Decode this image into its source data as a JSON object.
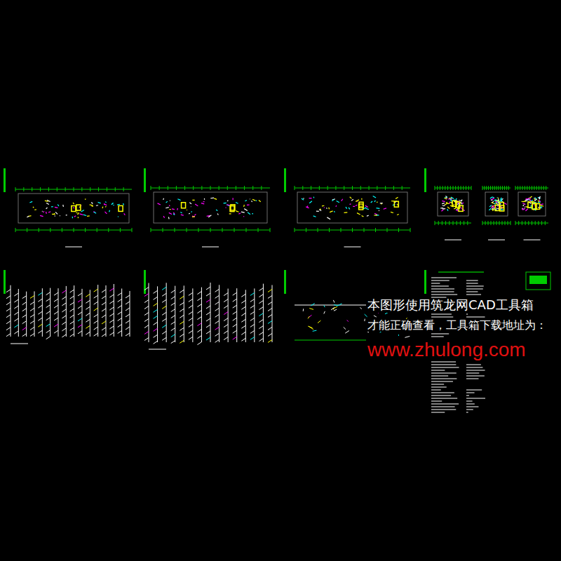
{
  "diagram": {
    "labels": [
      "本图形使用筑龙网CAD工具箱",
      "才能正确查看，工具箱下载地址为：",
      "www.zhulong.com"
    ]
  }
}
